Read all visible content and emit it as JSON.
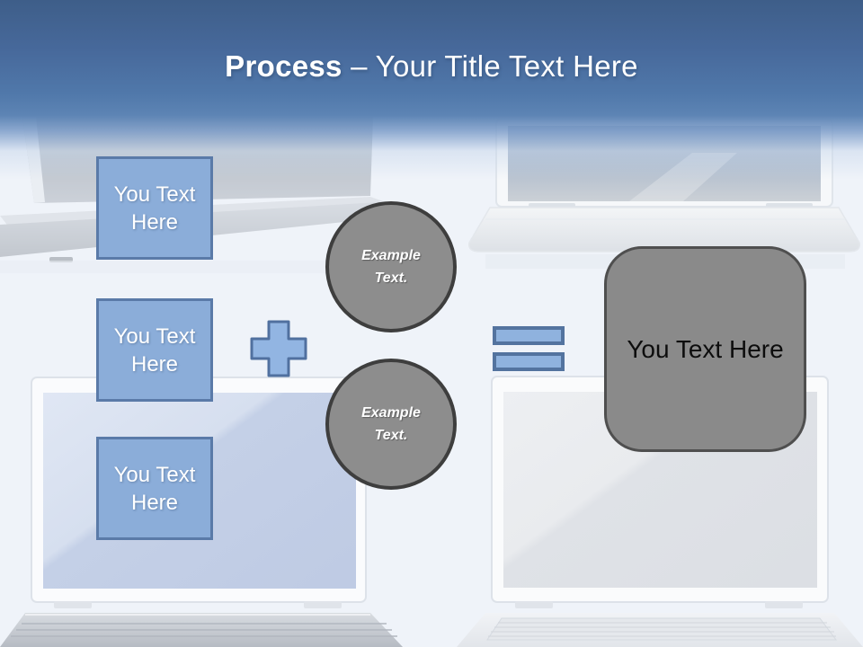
{
  "title": {
    "bold": "Process",
    "regular": " – Your Title Text Here"
  },
  "diagram": {
    "inputs": [
      {
        "label": "You Text Here"
      },
      {
        "label": "You Text Here"
      },
      {
        "label": "You Text Here"
      }
    ],
    "examples": [
      {
        "label": "Example Text."
      },
      {
        "label": "Example Text."
      }
    ],
    "result": {
      "label": "You Text Here"
    },
    "operators": {
      "plus": "plus-sign",
      "equals": "equals-sign"
    }
  },
  "background": {
    "graphics": [
      "laptop-image-top-left",
      "laptop-image-top-right",
      "laptop-image-bottom-left",
      "laptop-image-bottom-right"
    ]
  },
  "colors": {
    "header_top": "#3e5e89",
    "header_bottom": "#5d84b4",
    "input_fill": "#8badd9",
    "input_border": "#5a7aa8",
    "operator_fill": "#92b5e2",
    "operator_border": "#53739f",
    "example_fill": "#8d8d8d",
    "example_border": "#3e3e3e",
    "result_fill": "#8a8a8a",
    "result_border": "#4f4f4f",
    "background": "#eff3f9",
    "title_text": "#ffffff"
  }
}
